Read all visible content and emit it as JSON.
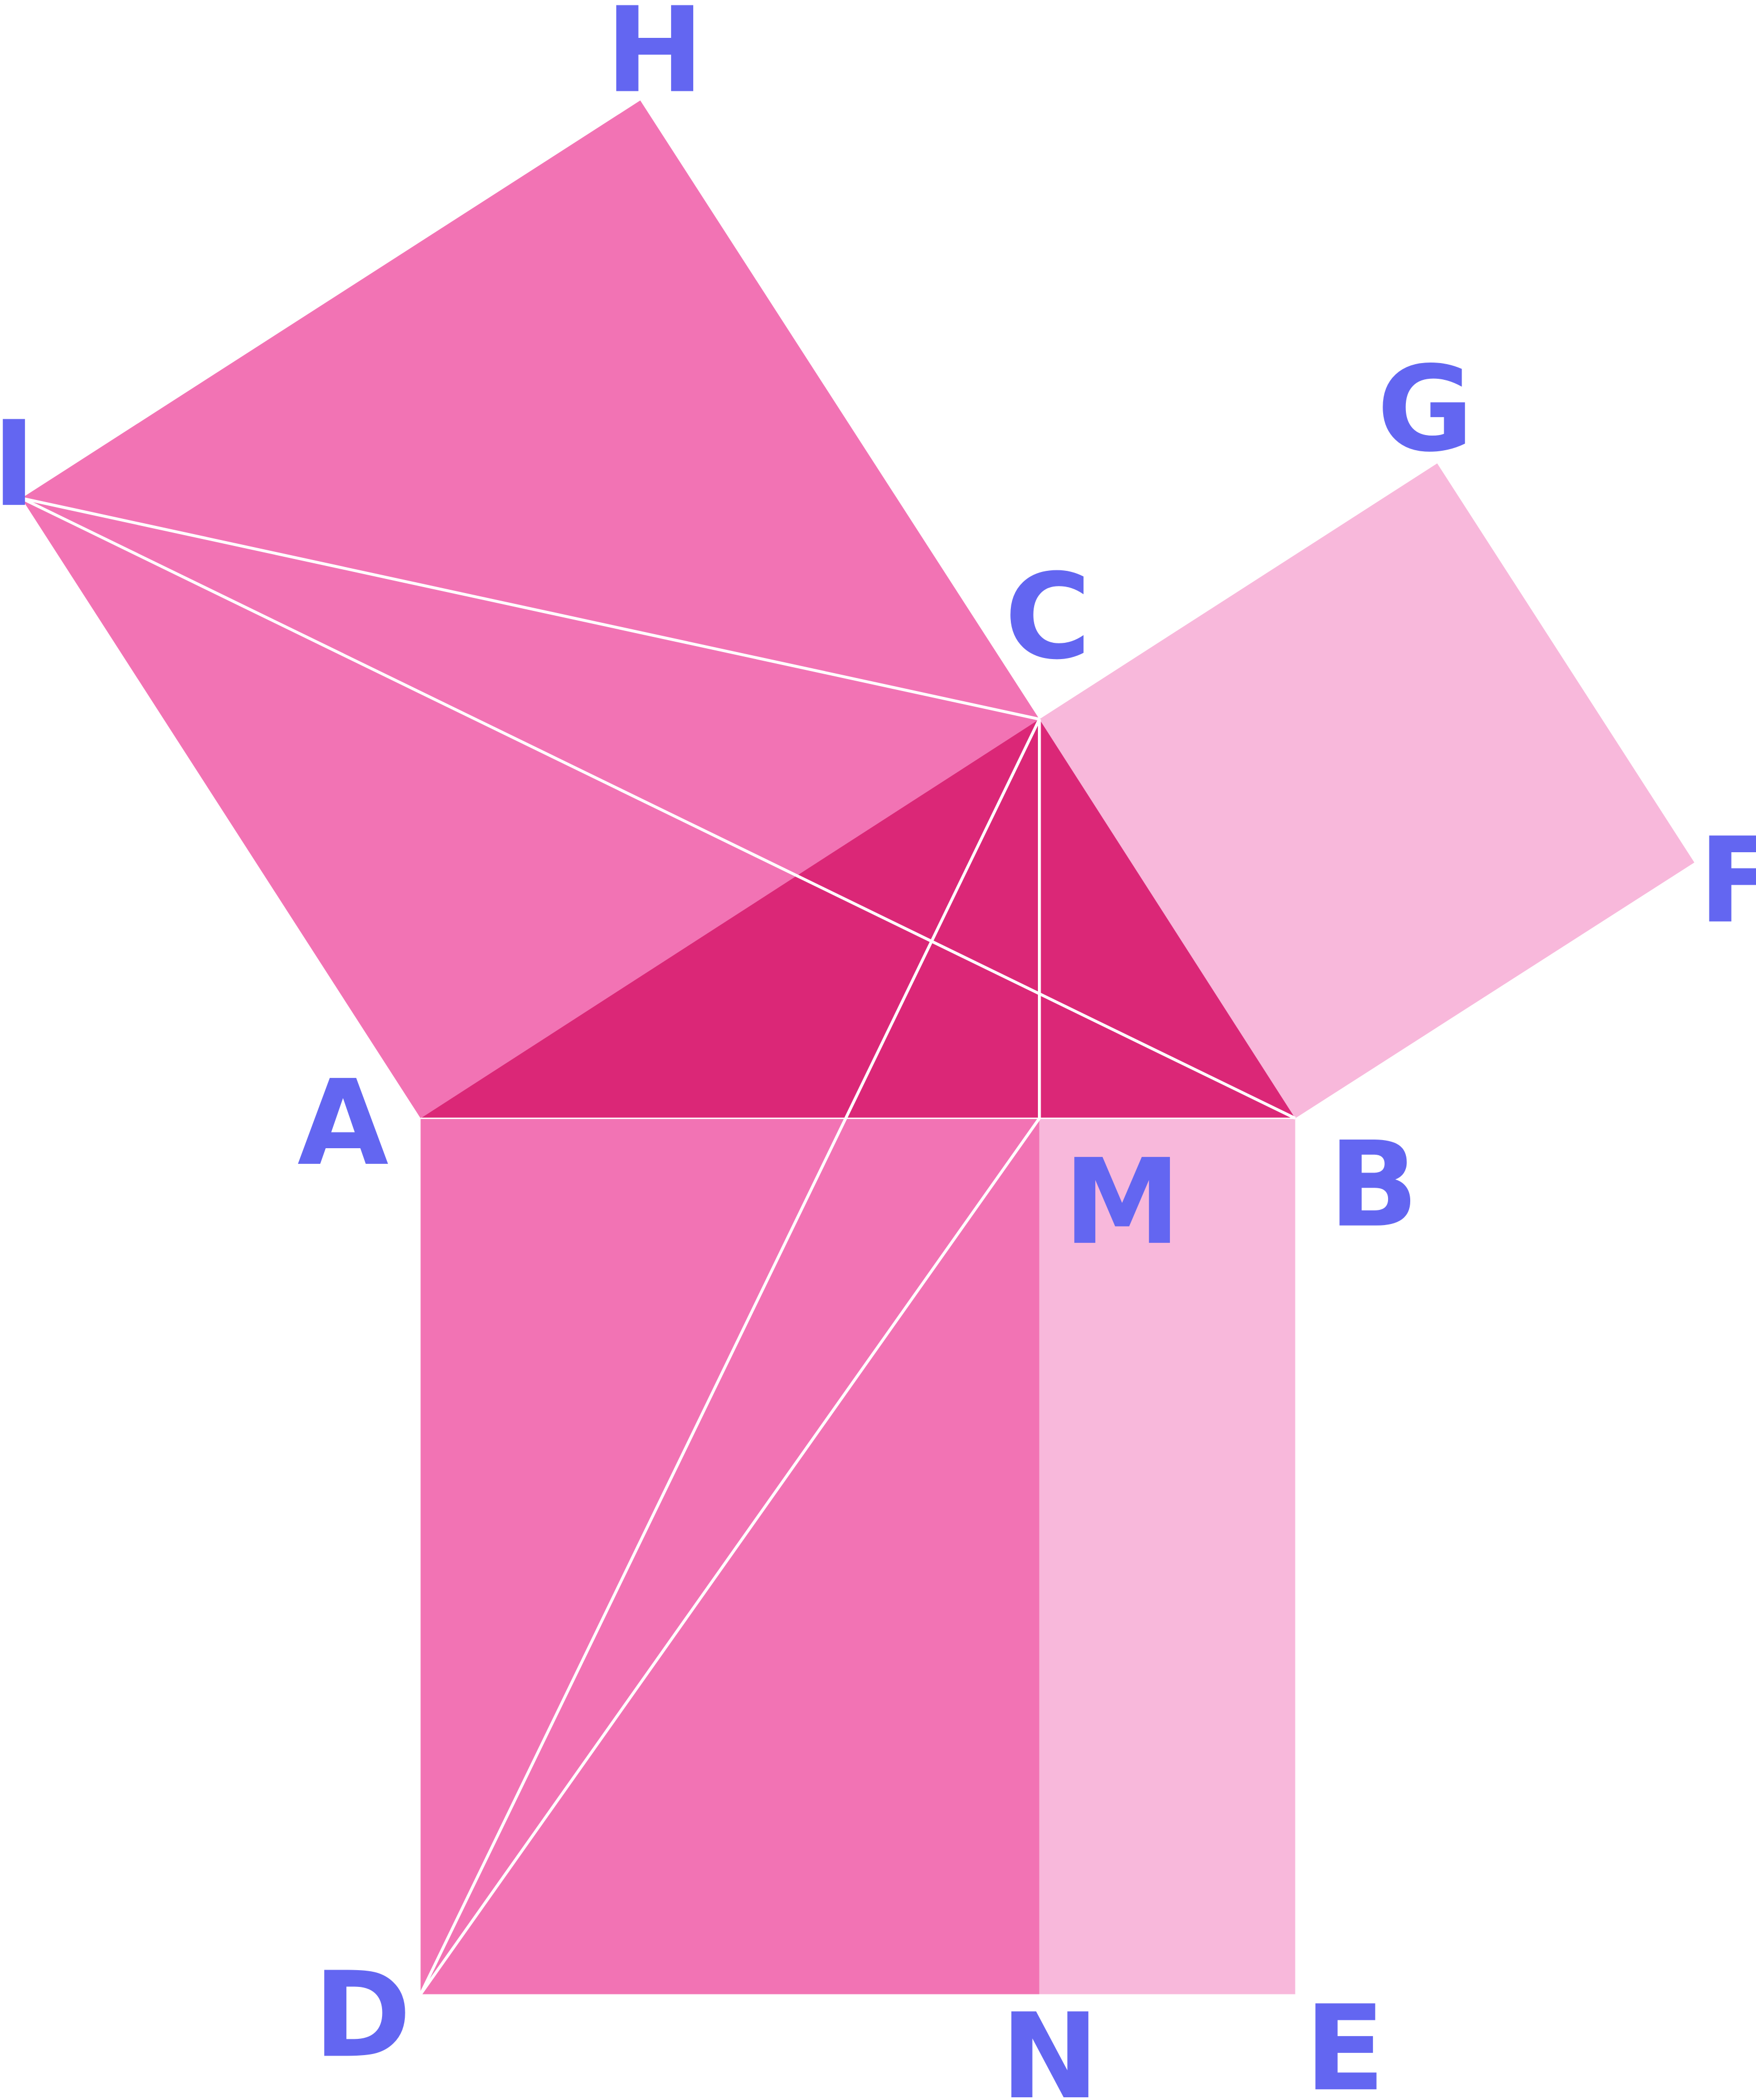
{
  "diagram": {
    "title": "Euclid's proof of the Pythagorean theorem",
    "colors": {
      "triangle": "#DB2777",
      "large_square": "#F273B4",
      "small_square": "#F8B8DB",
      "lines": "#FFFFFF",
      "labels": "#6366F1"
    },
    "points": {
      "A": "A",
      "B": "B",
      "C": "C",
      "D": "D",
      "E": "E",
      "F": "F",
      "G": "G",
      "H": "H",
      "I": "I",
      "M": "M",
      "N": "N"
    }
  }
}
